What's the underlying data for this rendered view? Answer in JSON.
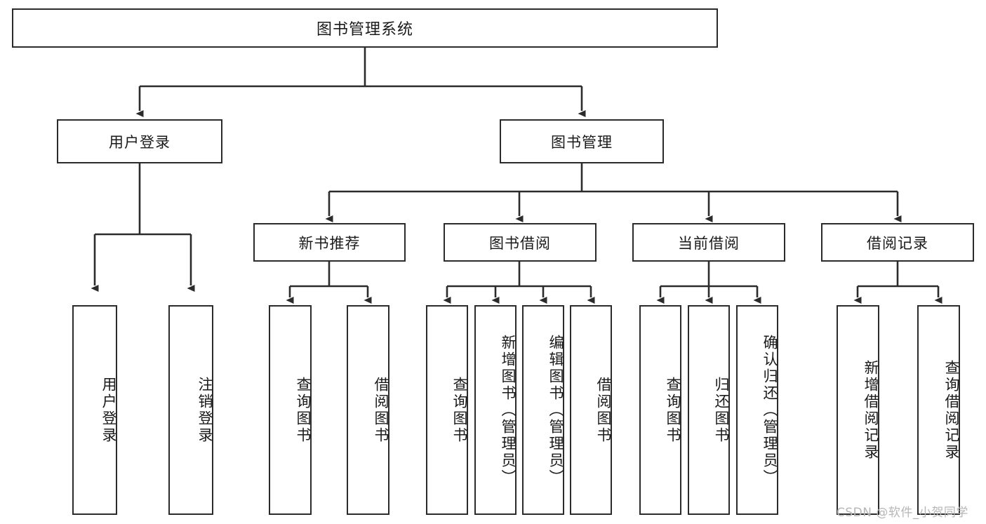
{
  "diagram": {
    "title": "图书管理系统",
    "type": "tree-hierarchy-chart",
    "colors": {
      "stroke": "#2b2b2b",
      "fill": "#ffffff",
      "text": "#1a1a1a",
      "watermark": "#b6b6b6"
    },
    "root": {
      "label": "图书管理系统"
    },
    "level2": [
      {
        "label": "用户登录"
      },
      {
        "label": "图书管理"
      }
    ],
    "level3": [
      {
        "label": "新书推荐"
      },
      {
        "label": "图书借阅"
      },
      {
        "label": "当前借阅"
      },
      {
        "label": "借阅记录"
      }
    ],
    "leaves": {
      "user_login": [
        {
          "label": "用户登录"
        },
        {
          "label": "注销登录"
        }
      ],
      "new_book_recommend": [
        {
          "label": "查询图书"
        },
        {
          "label": "借阅图书"
        }
      ],
      "book_borrow": [
        {
          "label": "查询图书"
        },
        {
          "label": "新增图书（管理员）"
        },
        {
          "label": "编辑图书（管理员）"
        },
        {
          "label": "借阅图书"
        }
      ],
      "current_borrow": [
        {
          "label": "查询图书"
        },
        {
          "label": "归还图书"
        },
        {
          "label": "确认归还（管理员）"
        }
      ],
      "borrow_record": [
        {
          "label": "新增借阅记录"
        },
        {
          "label": "查询借阅记录"
        }
      ]
    },
    "watermark": "CSDN @软件_小贺同学"
  }
}
